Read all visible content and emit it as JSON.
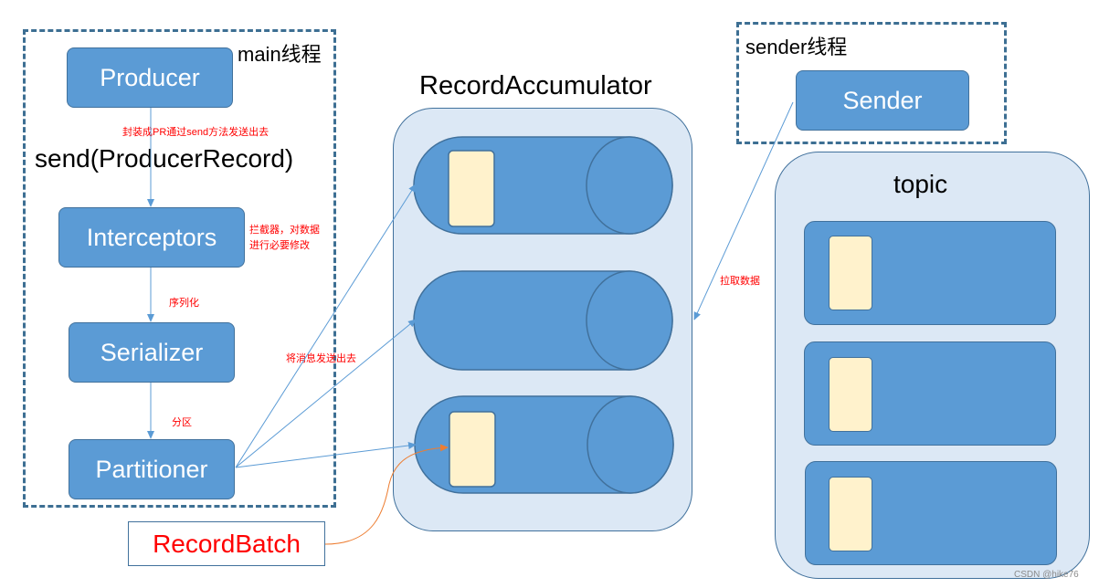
{
  "main_thread": {
    "label": "main线程",
    "producer": "Producer",
    "send_call": "send(ProducerRecord)",
    "note_send": "封装成PR通过send方法发送出去",
    "interceptors": "Interceptors",
    "note_interceptors_1": "拦截器，对数据",
    "note_interceptors_2": "进行必要修改",
    "note_serialize": "序列化",
    "serializer": "Serializer",
    "note_partition": "分区",
    "partitioner": "Partitioner",
    "note_send_message": "将消息发送出去"
  },
  "accumulator": {
    "title": "RecordAccumulator"
  },
  "record_batch": {
    "label": "RecordBatch",
    "color": "#ff0000"
  },
  "sender_thread": {
    "label": "sender线程",
    "sender": "Sender",
    "note_pull": "拉取数据"
  },
  "topic": {
    "title": "topic"
  },
  "watermark": "CSDN @hike76",
  "colors": {
    "box_fill": "#5b9bd5",
    "box_border": "#41719c",
    "region_fill": "#dce8f5",
    "batch_fill": "#fff2cc",
    "note": "#ff0000",
    "dash_frame": "#3d6f93"
  }
}
